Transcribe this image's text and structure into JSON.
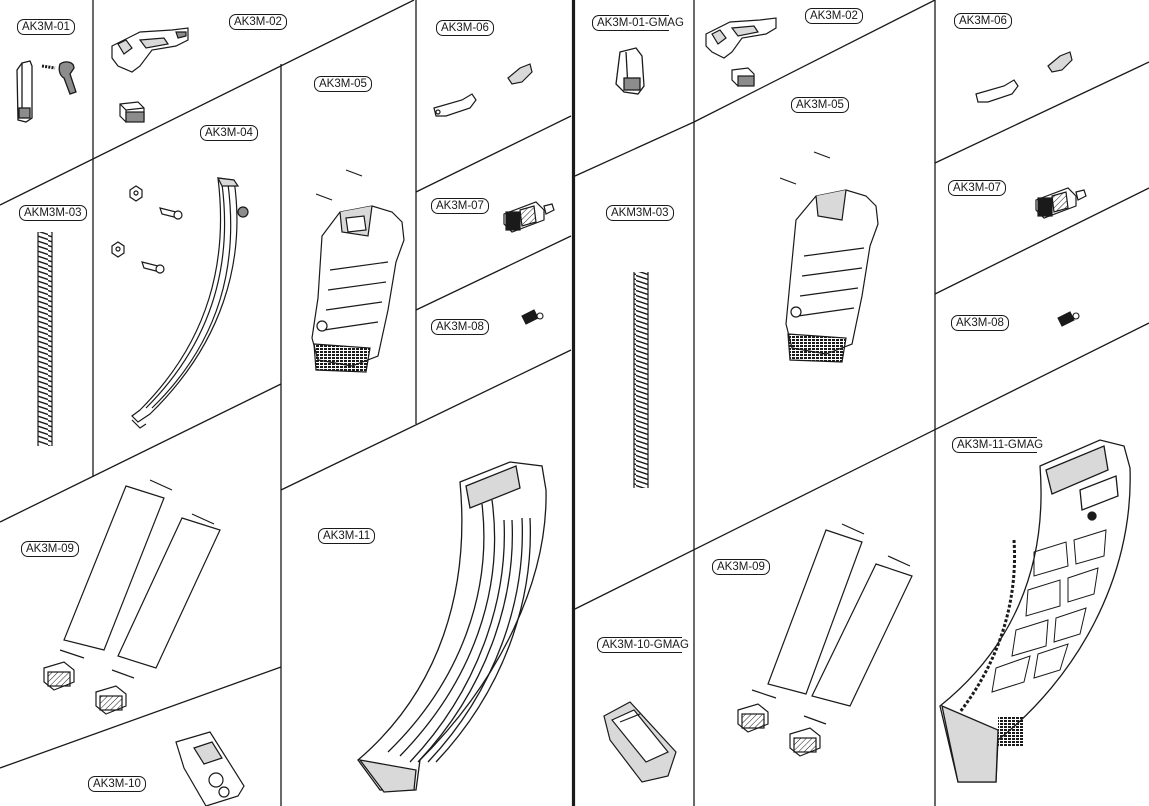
{
  "left_sheet": {
    "labels": {
      "ak3m_01": "AK3M-01",
      "ak3m_02": "AK3M-02",
      "ak3m_06": "AK3M-06",
      "ak3m_05": "AK3M-05",
      "ak3m_04": "AK3M-04",
      "akm3m_03": "AKM3M-03",
      "ak3m_07": "AK3M-07",
      "ak3m_08": "AK3M-08",
      "ak3m_09": "AK3M-09",
      "ak3m_11": "AK3M-11",
      "ak3m_10": "AK3M-10"
    }
  },
  "right_sheet": {
    "labels": {
      "ak3m_01_gmag": "AK3M-01-GMAG",
      "ak3m_02": "AK3M-02",
      "ak3m_06": "AK3M-06",
      "ak3m_05": "AK3M-05",
      "akm3m_03": "AKM3M-03",
      "ak3m_07": "AK3M-07",
      "ak3m_08": "AK3M-08",
      "ak3m_09": "AK3M-09",
      "ak3m_10_gmag": "AK3M-10-GMAG",
      "ak3m_11_gmag": "AK3M-11-GMAG"
    }
  },
  "colors": {
    "line": "#1a1a1a",
    "part_fill": "#ffffff",
    "part_shade": "#d9d9d9",
    "part_dark": "#8c8c8c"
  }
}
